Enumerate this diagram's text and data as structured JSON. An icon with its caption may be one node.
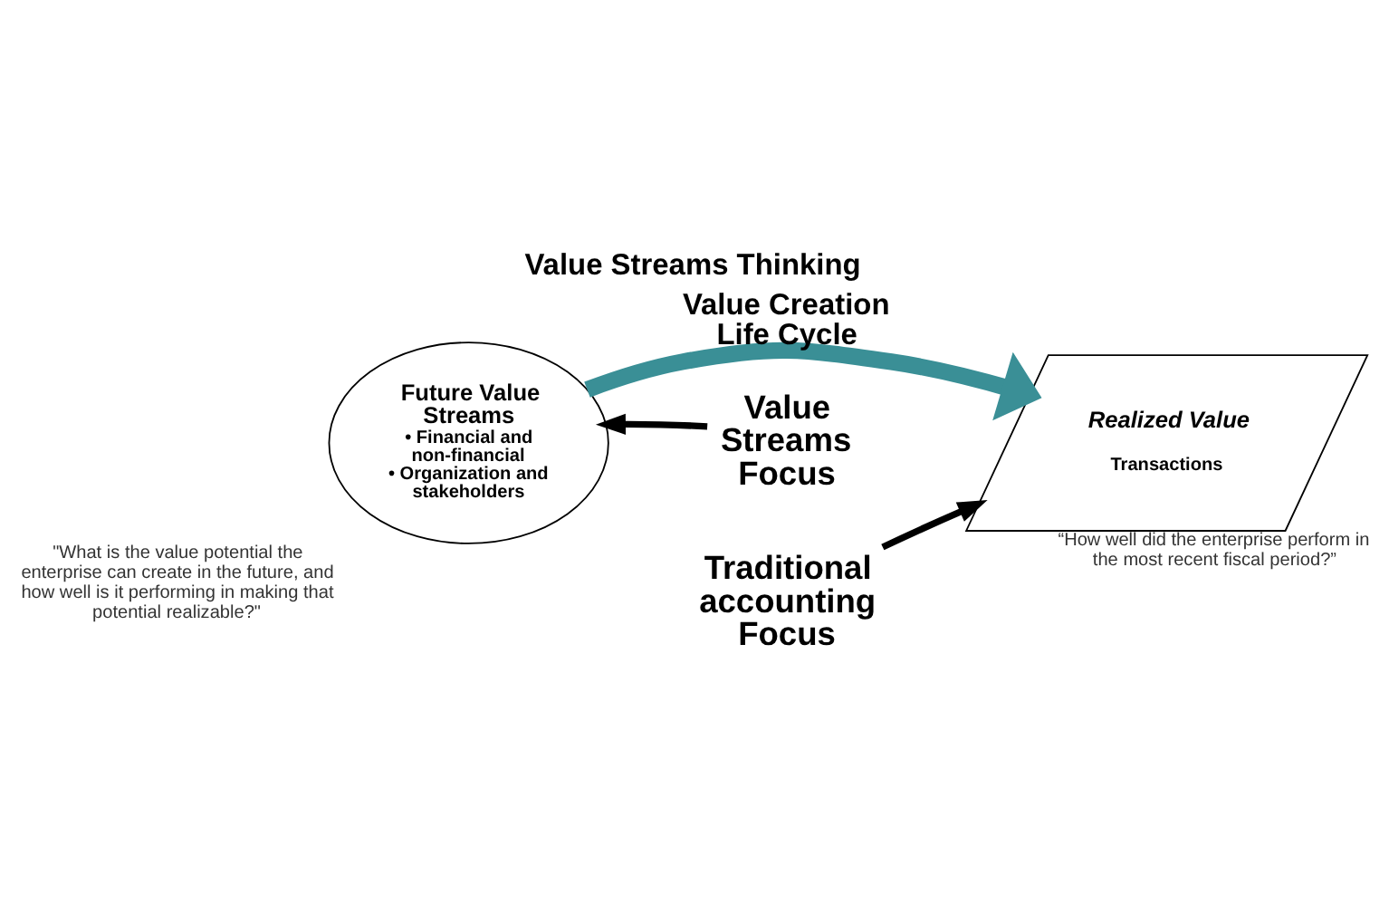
{
  "diagram": {
    "title": "Value Streams Thinking",
    "nodes": [
      {
        "text": [
          "Future Value Streams",
          "• Financial and non-financial",
          "• Organization and stakeholders"
        ],
        "beside": [
          "\"What is the value potential the enterprise can create in the future, and how well is it performing in making that potential realizable?\""
        ]
      },
      {
        "text": [
          "Realized Value",
          "Transactions"
        ],
        "beside": [
          "“How well did the enterprise perform in the most recent fiscal period?”"
        ]
      },
      {
        "text": [
          "Value Streams Focus"
        ]
      },
      {
        "text": [
          "Traditional accounting Focus"
        ]
      }
    ],
    "edges": [
      {
        "from": 0,
        "to": 1,
        "arrow": "to",
        "style": "thick",
        "color": "#3a8f96",
        "label": "Value Creation Life Cycle"
      },
      {
        "from": 2,
        "to": 0,
        "arrow": "to"
      },
      {
        "from": 3,
        "to": 1,
        "arrow": "to"
      }
    ]
  }
}
